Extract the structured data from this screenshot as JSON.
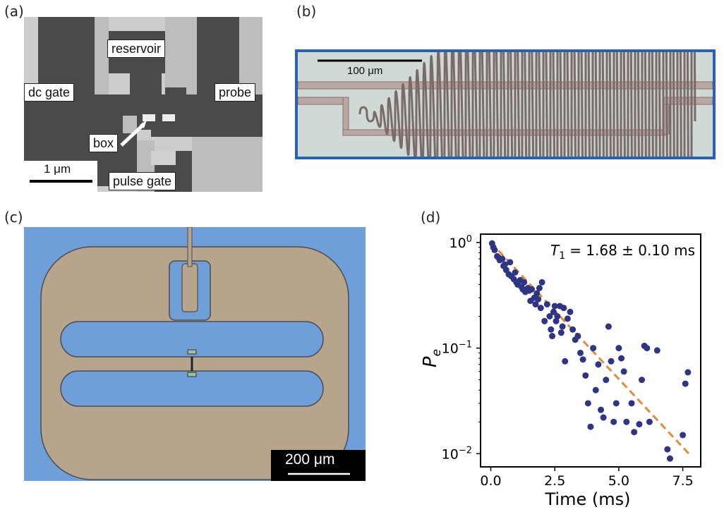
{
  "panels": {
    "a": {
      "label": "(a)",
      "tags": {
        "reservoir": "reservoir",
        "dc_gate": "dc gate",
        "probe": "probe",
        "box": "box",
        "pulse_gate": "pulse gate"
      },
      "scalebar": "1 μm"
    },
    "b": {
      "label": "(b)",
      "scalebar": "100 μm"
    },
    "c": {
      "label": "(c)",
      "scalebar": "200 μm"
    },
    "d": {
      "label": "(d)"
    }
  },
  "chart_data": {
    "type": "scatter",
    "annotation_prefix": "T",
    "annotation_sub": "1",
    "annotation_value": "= 1.68 ± 0.10 ms",
    "xlabel": "Time (ms)",
    "ylabel": "P",
    "ylabel_sub": "e",
    "xlim": [
      -0.4,
      8.2
    ],
    "ylim": [
      0.0075,
      1.2
    ],
    "yscale": "log",
    "xticks": [
      0.0,
      2.5,
      5.0,
      7.5
    ],
    "xtick_labels": [
      "0.0",
      "2.5",
      "5.0",
      "7.5"
    ],
    "yticks": [
      1,
      0.1,
      0.01
    ],
    "ytick_labels": [
      {
        "base": "10",
        "exp": "0"
      },
      {
        "base": "10",
        "exp": "−1"
      },
      {
        "base": "10",
        "exp": "−2"
      }
    ],
    "colors": {
      "points": "#2e3584",
      "fit": "#e8893a"
    },
    "fit": {
      "T1_ms": 1.68,
      "x": [
        0,
        7.8
      ]
    },
    "points": {
      "x": [
        0.05,
        0.1,
        0.15,
        0.25,
        0.3,
        0.35,
        0.45,
        0.5,
        0.55,
        0.6,
        0.7,
        0.75,
        0.8,
        0.9,
        0.95,
        1.0,
        1.05,
        1.15,
        1.2,
        1.25,
        1.3,
        1.35,
        1.45,
        1.5,
        1.55,
        1.6,
        1.7,
        1.75,
        1.8,
        1.85,
        1.9,
        1.95,
        2.0,
        2.1,
        2.2,
        2.3,
        2.35,
        2.4,
        2.45,
        2.5,
        2.55,
        2.6,
        2.7,
        2.75,
        2.8,
        2.85,
        2.9,
        3.0,
        3.1,
        3.2,
        3.3,
        3.4,
        3.5,
        3.6,
        3.7,
        3.8,
        3.9,
        4.0,
        4.1,
        4.2,
        4.3,
        4.4,
        4.5,
        4.6,
        4.7,
        4.8,
        4.9,
        5.0,
        5.1,
        5.2,
        5.3,
        5.5,
        5.6,
        5.8,
        5.9,
        6.0,
        6.1,
        6.2,
        6.5,
        6.9,
        7.0,
        7.5,
        7.6,
        7.7
      ],
      "y": [
        0.98,
        0.9,
        0.85,
        0.74,
        0.72,
        0.68,
        0.7,
        0.6,
        0.62,
        0.55,
        0.5,
        0.65,
        0.48,
        0.45,
        0.52,
        0.42,
        0.4,
        0.44,
        0.38,
        0.36,
        0.42,
        0.34,
        0.37,
        0.35,
        0.28,
        0.36,
        0.3,
        0.26,
        0.33,
        0.29,
        0.37,
        0.24,
        0.42,
        0.18,
        0.26,
        0.2,
        0.15,
        0.13,
        0.22,
        0.25,
        0.18,
        0.2,
        0.25,
        0.14,
        0.16,
        0.24,
        0.075,
        0.19,
        0.22,
        0.15,
        0.12,
        0.13,
        0.09,
        0.078,
        0.055,
        0.03,
        0.018,
        0.1,
        0.04,
        0.07,
        0.026,
        0.022,
        0.05,
        0.16,
        0.075,
        0.02,
        0.03,
        0.1,
        0.08,
        0.06,
        0.02,
        0.03,
        0.016,
        0.019,
        0.05,
        0.105,
        0.1,
        0.02,
        0.095,
        0.011,
        0.009,
        0.015,
        0.046,
        0.059
      ]
    }
  }
}
